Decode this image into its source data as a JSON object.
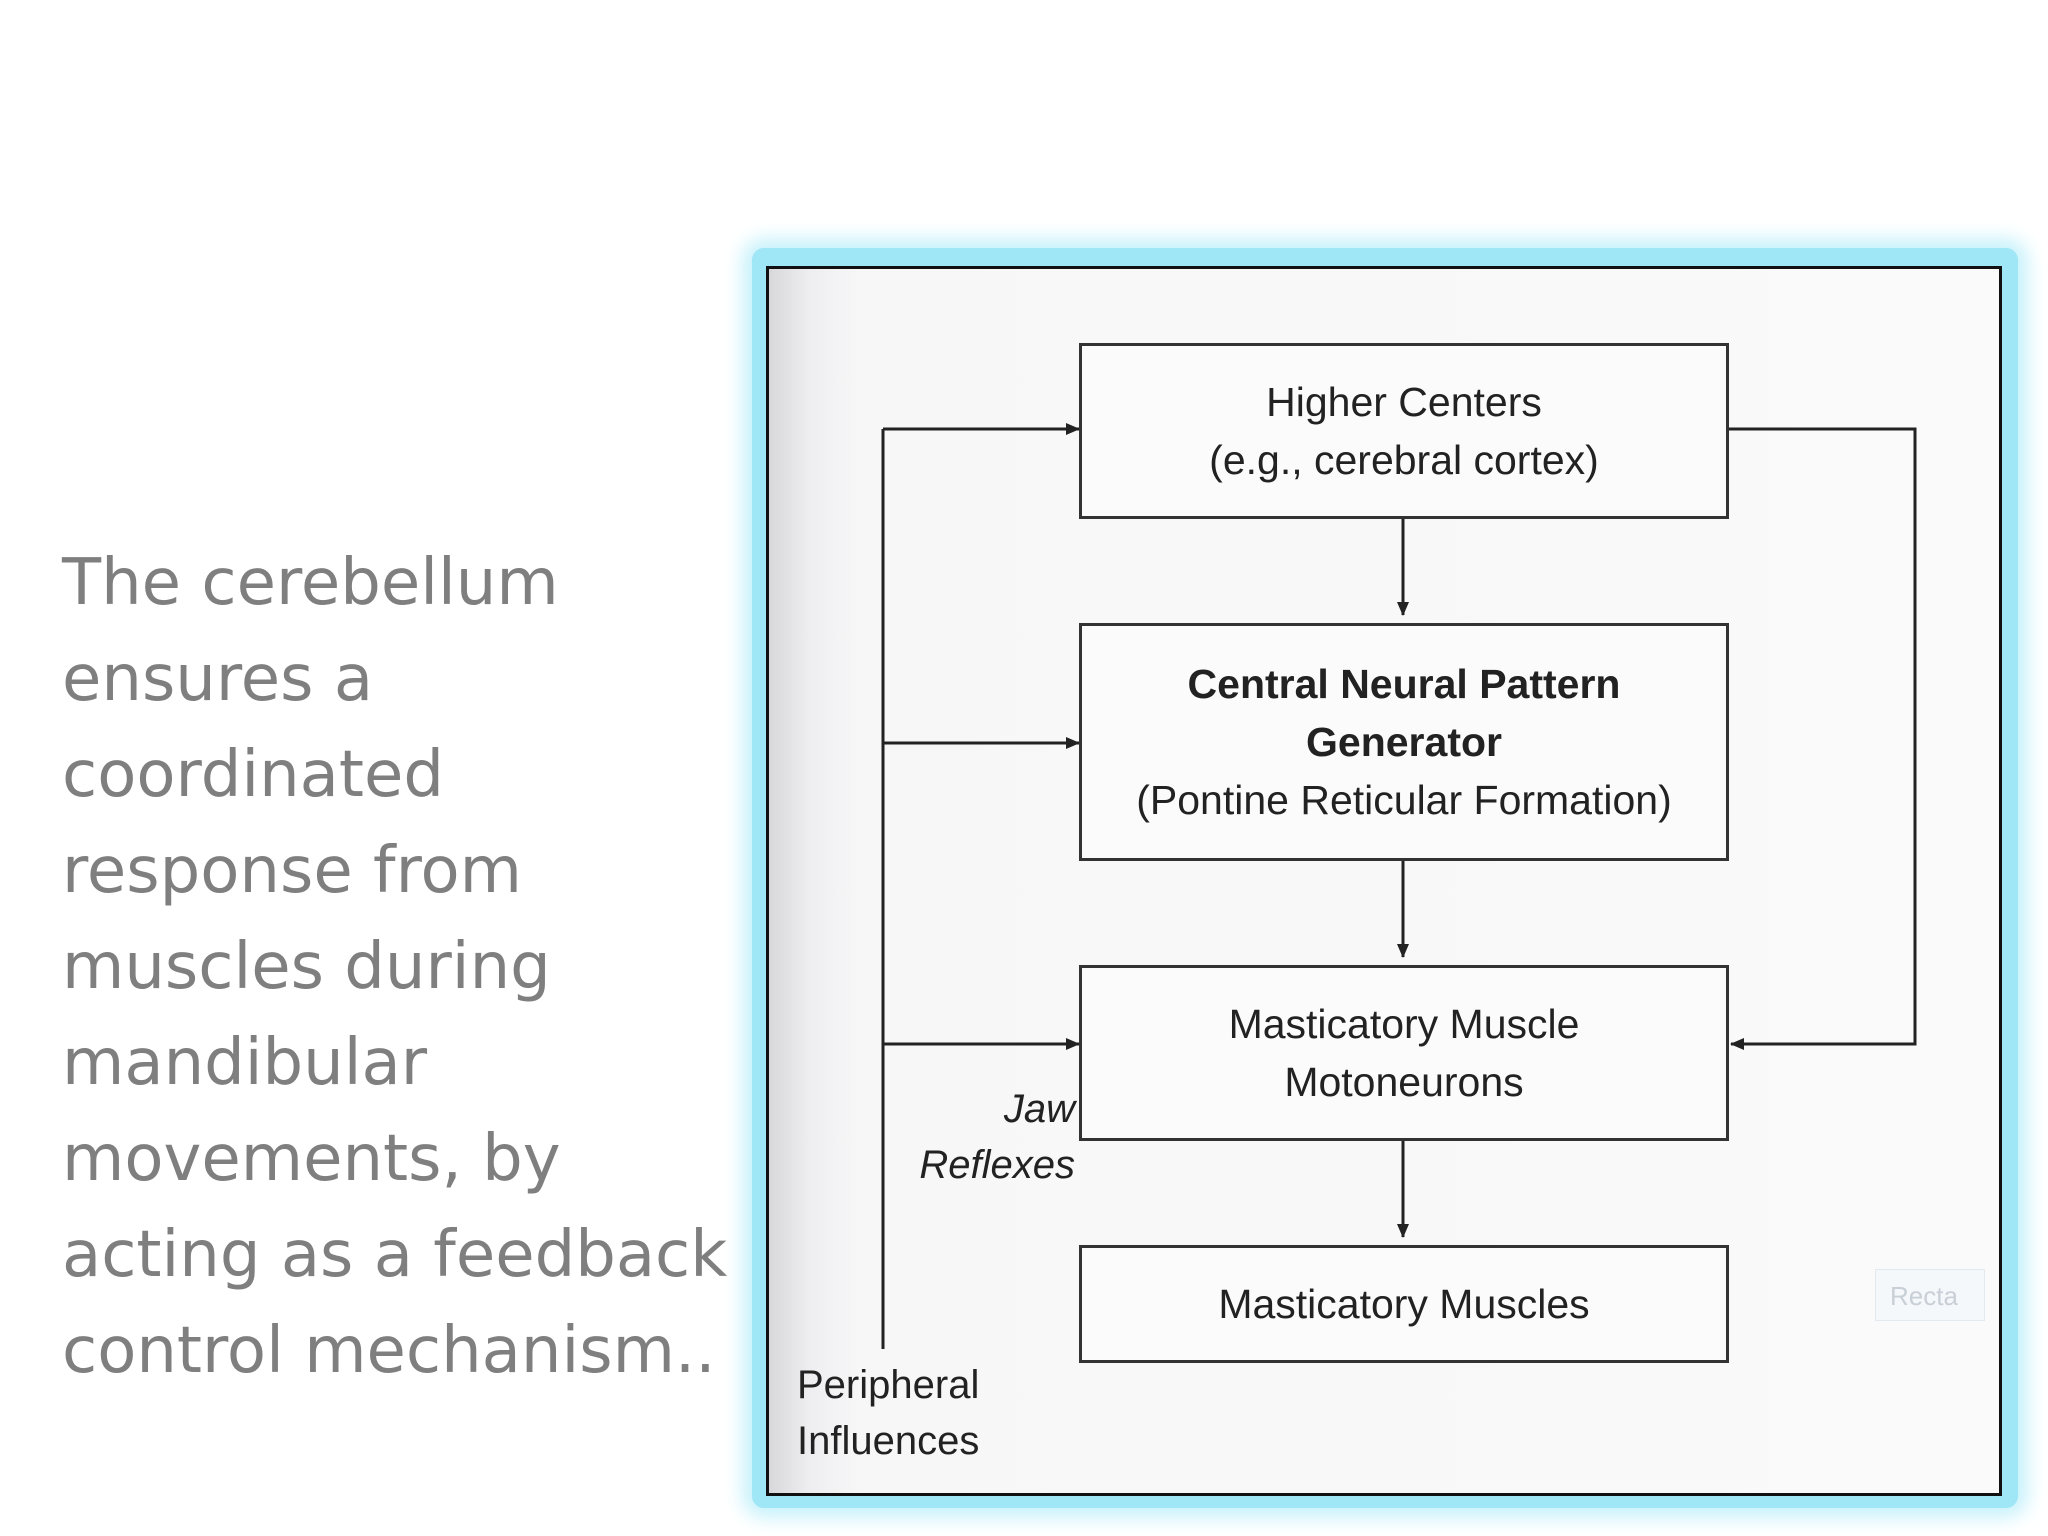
{
  "slide": {
    "text_lines": [
      "The cerebellum",
      "ensures a",
      "coordinated",
      "response from",
      "muscles during",
      "mandibular",
      "movements, by",
      "acting as a feedback",
      "control mechanism.."
    ]
  },
  "diagram": {
    "nodes": {
      "higher_centers": {
        "title": "Higher Centers",
        "subtitle": "(e.g., cerebral cortex)"
      },
      "cpg": {
        "title_line1": "Central Neural Pattern",
        "title_line2": "Generator",
        "subtitle": "(Pontine Reticular Formation)"
      },
      "motoneurons": {
        "line1": "Masticatory Muscle",
        "line2": "Motoneurons"
      },
      "muscles": {
        "label": "Masticatory Muscles"
      }
    },
    "labels": {
      "jaw_reflexes_line1": "Jaw",
      "jaw_reflexes_line2": "Reflexes",
      "peripheral_line1": "Peripheral",
      "peripheral_line2": "Influences"
    },
    "edges": [
      {
        "from": "higher_centers",
        "to": "cpg"
      },
      {
        "from": "cpg",
        "to": "motoneurons"
      },
      {
        "from": "motoneurons",
        "to": "muscles"
      },
      {
        "from": "higher_centers",
        "to": "motoneurons"
      },
      {
        "from": "peripheral_influences",
        "to": "higher_centers"
      },
      {
        "from": "peripheral_influences",
        "to": "cpg"
      },
      {
        "from": "peripheral_influences",
        "to": "motoneurons",
        "label": "Jaw Reflexes"
      }
    ],
    "ghost_tag_text": "Recta"
  }
}
